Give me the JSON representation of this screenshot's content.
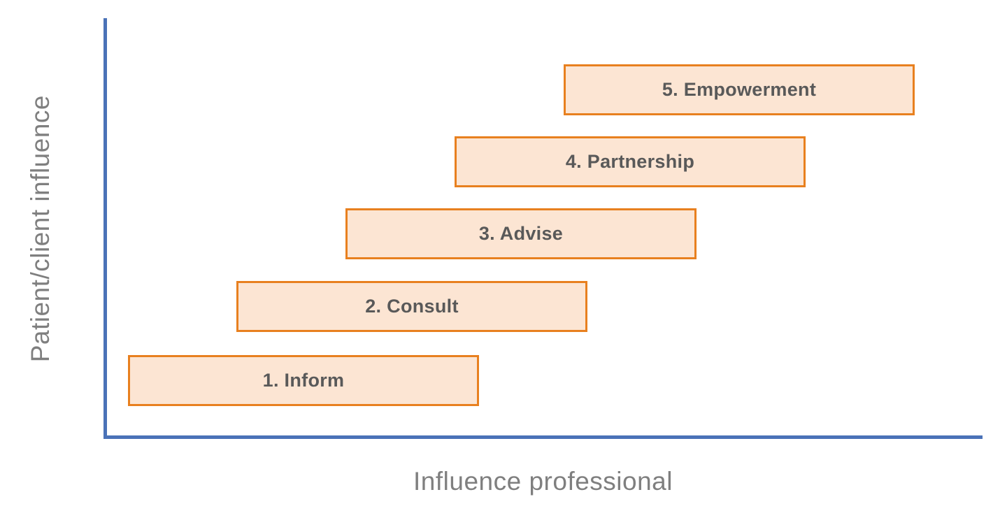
{
  "chart": {
    "type": "stepped-ladder-diagram",
    "title": "",
    "y_axis_label": "Patient/client influence",
    "x_axis_label": "Influence professional",
    "steps": [
      {
        "label": "1. Inform"
      },
      {
        "label": "2. Consult"
      },
      {
        "label": "3. Advise"
      },
      {
        "label": "4. Partnership"
      },
      {
        "label": "5. Empowerment"
      }
    ],
    "colors": {
      "axis": "#4A72B8",
      "box_fill": "#FCE5D3",
      "box_border": "#E8801F",
      "box_text": "#595959",
      "axis_label_text": "#7F7F7F",
      "background": "#FFFFFF"
    }
  }
}
